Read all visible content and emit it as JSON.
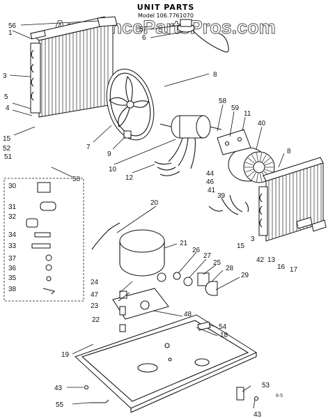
{
  "title": "UNIT PARTS",
  "model": "Model 106.7761070",
  "watermark": "AppliancePartsPros.com",
  "footer_code": "8-5",
  "callouts": [
    {
      "id": "c56",
      "text": "56"
    },
    {
      "id": "c1",
      "text": "1"
    },
    {
      "id": "c57",
      "text": "57"
    },
    {
      "id": "c6",
      "text": "6"
    },
    {
      "id": "c3",
      "text": "3"
    },
    {
      "id": "c8a",
      "text": "8"
    },
    {
      "id": "c5",
      "text": "5"
    },
    {
      "id": "c4",
      "text": "4"
    },
    {
      "id": "c15a",
      "text": "15"
    },
    {
      "id": "c7",
      "text": "7"
    },
    {
      "id": "c9",
      "text": "9"
    },
    {
      "id": "c52",
      "text": "52"
    },
    {
      "id": "c51",
      "text": "51"
    },
    {
      "id": "c10",
      "text": "10"
    },
    {
      "id": "c12",
      "text": "12"
    },
    {
      "id": "c50",
      "text": "50"
    },
    {
      "id": "c58",
      "text": "58"
    },
    {
      "id": "c59",
      "text": "59"
    },
    {
      "id": "c11",
      "text": "11"
    },
    {
      "id": "c40",
      "text": "40"
    },
    {
      "id": "c8b",
      "text": "8"
    },
    {
      "id": "c44",
      "text": "44"
    },
    {
      "id": "c46",
      "text": "46"
    },
    {
      "id": "c41",
      "text": "41"
    },
    {
      "id": "c39",
      "text": "39"
    },
    {
      "id": "c30",
      "text": "30"
    },
    {
      "id": "c31",
      "text": "31"
    },
    {
      "id": "c32",
      "text": "32"
    },
    {
      "id": "c34",
      "text": "34"
    },
    {
      "id": "c33",
      "text": "33"
    },
    {
      "id": "c37",
      "text": "37"
    },
    {
      "id": "c36",
      "text": "36"
    },
    {
      "id": "c35",
      "text": "35"
    },
    {
      "id": "c38",
      "text": "38"
    },
    {
      "id": "c20",
      "text": "20"
    },
    {
      "id": "c21",
      "text": "21"
    },
    {
      "id": "c26",
      "text": "26"
    },
    {
      "id": "c27",
      "text": "27"
    },
    {
      "id": "c25",
      "text": "25"
    },
    {
      "id": "c28",
      "text": "28"
    },
    {
      "id": "c29",
      "text": "29"
    },
    {
      "id": "c15b",
      "text": "15"
    },
    {
      "id": "c3b",
      "text": "3"
    },
    {
      "id": "c42",
      "text": "42"
    },
    {
      "id": "c13",
      "text": "13"
    },
    {
      "id": "c16",
      "text": "16"
    },
    {
      "id": "c17",
      "text": "17"
    },
    {
      "id": "c24",
      "text": "24"
    },
    {
      "id": "c47",
      "text": "47"
    },
    {
      "id": "c23",
      "text": "23"
    },
    {
      "id": "c22",
      "text": "22"
    },
    {
      "id": "c48",
      "text": "48"
    },
    {
      "id": "c54",
      "text": "54"
    },
    {
      "id": "c18",
      "text": "18"
    },
    {
      "id": "c19",
      "text": "19"
    },
    {
      "id": "c43a",
      "text": "43"
    },
    {
      "id": "c53",
      "text": "53"
    },
    {
      "id": "c55",
      "text": "55"
    },
    {
      "id": "c43b",
      "text": "43"
    }
  ]
}
